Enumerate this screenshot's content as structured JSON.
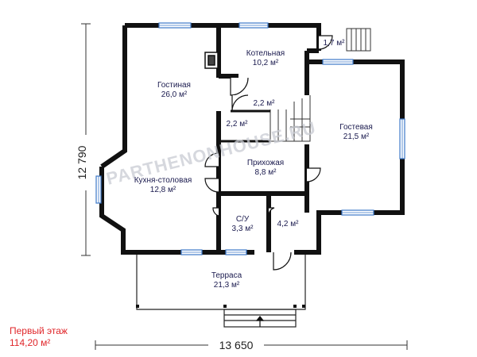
{
  "floor": {
    "title": "Первый этаж",
    "area": "114,20 м²"
  },
  "dimensions": {
    "width": "13 650",
    "height": "12 790"
  },
  "rooms": [
    {
      "name": "Котельная",
      "area": "10,2 м²"
    },
    {
      "name": "Гостиная",
      "area": "26,0 м²"
    },
    {
      "name": "Гостевая",
      "area": "21,5 м²"
    },
    {
      "name": "",
      "area": "2,2 м²"
    },
    {
      "name": "",
      "area": "2,2 м²"
    },
    {
      "name": "",
      "area": "1,7 м²"
    },
    {
      "name": "Прихожая",
      "area": "8,8 м²"
    },
    {
      "name": "Кухня-столовая",
      "area": "12,8 м²"
    },
    {
      "name": "С/У",
      "area": "3,3 м²"
    },
    {
      "name": "",
      "area": "4,2 м²"
    },
    {
      "name": "Терраса",
      "area": "21,3 м²"
    }
  ],
  "watermark": "PARTHENONHOUSE.RU",
  "colors": {
    "wall": "#111111",
    "window": "#3c78c8",
    "label": "#1a1a4e",
    "caption": "#e0262a"
  }
}
